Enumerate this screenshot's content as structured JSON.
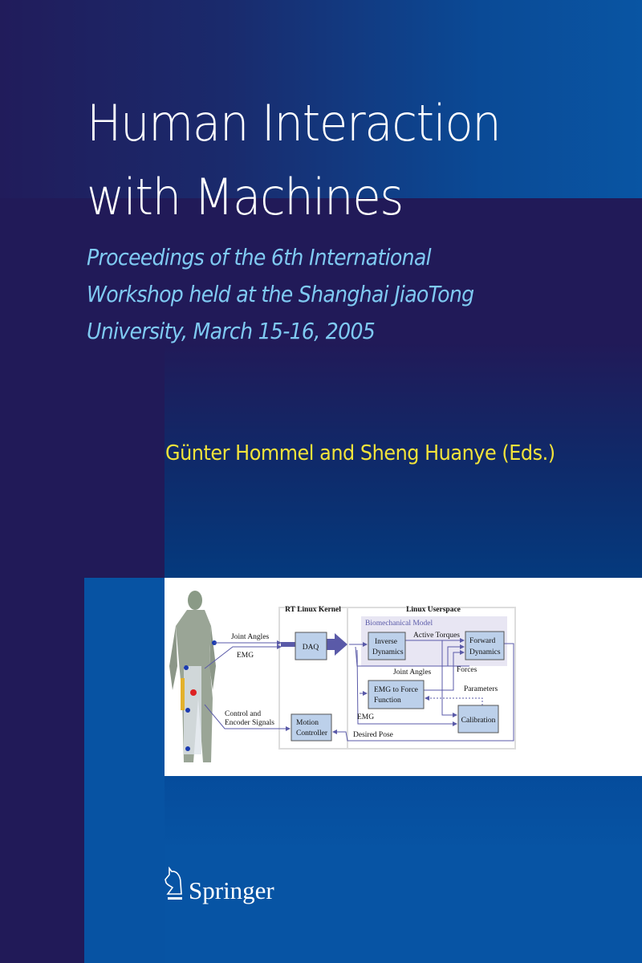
{
  "cover": {
    "title_line1": "Human Interaction",
    "title_line2": "with Machines",
    "subtitle_line1": "Proceedings of the 6th International",
    "subtitle_line2": "Workshop held at the Shanghai JiaoTong",
    "subtitle_line3": "University, March 15-16, 2005",
    "editors": "Günter Hommel and Sheng Huanye (Eds.)",
    "publisher": "Springer"
  },
  "diagram": {
    "kernel_label": "RT Linux Kernel",
    "userspace_label": "Linux  Userspace",
    "biomech_label": "Biomechanical Model",
    "daq": "DAQ",
    "inverse_1": "Inverse",
    "inverse_2": "Dynamics",
    "forward_1": "Forward",
    "forward_2": "Dynamics",
    "emgforce_1": "EMG to Force",
    "emgforce_2": "Function",
    "calibration": "Calibration",
    "motion_1": "Motion",
    "motion_2": "Controller",
    "joint_angles": "Joint Angles",
    "emg": "EMG",
    "active_torques": "Active Torques",
    "joint_angles_2": "Joint Angles",
    "forces": "Forces",
    "parameters": "Parameters",
    "emg_2": "EMG",
    "desired_pose": "Desired Pose",
    "control_1": "Control and",
    "control_2": "Encoder Signals"
  },
  "colors": {
    "background": "#211a58",
    "accent_blue": "#0753a3",
    "title": "#ffffff",
    "subtitle": "#7fcaf2",
    "editors": "#f2e33a"
  }
}
